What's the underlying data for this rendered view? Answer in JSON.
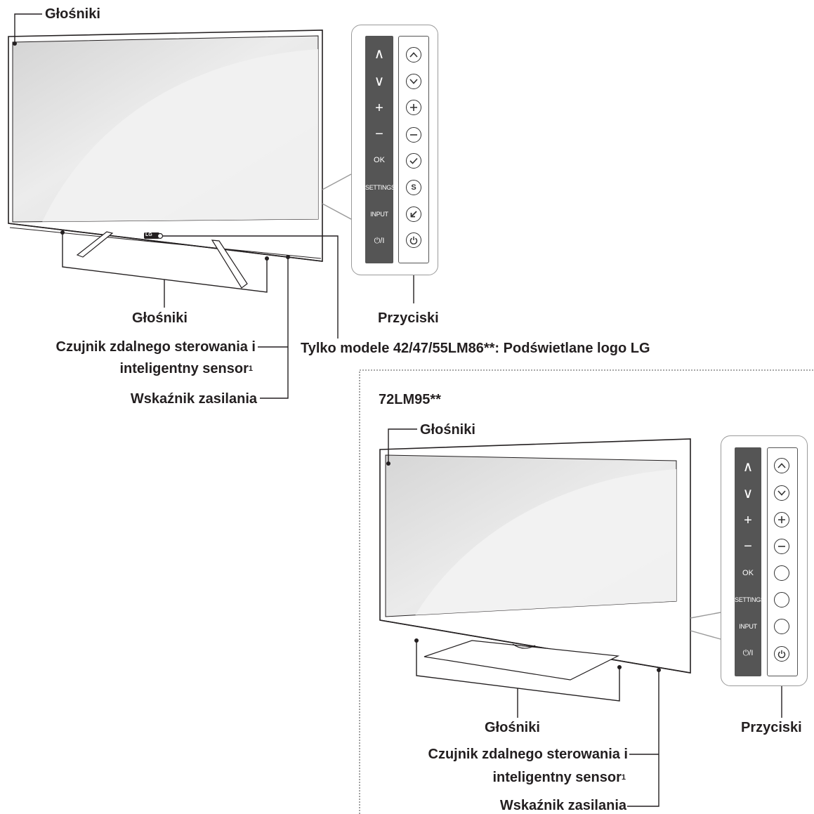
{
  "top_diagram": {
    "speakers_top_label": "Głośniki",
    "speakers_bottom_label": "Głośniki",
    "buttons_label": "Przyciski",
    "remote_sensor_label_line1": "Czujnik zdalnego sterowania i",
    "remote_sensor_label_line2": "inteligentny sensor",
    "remote_sensor_footnote": "1",
    "power_indicator_label": "Wskaźnik zasilania",
    "logo_label": "Tylko modele 42/47/55LM86**: Podświetlane logo LG",
    "tv_logo_text": "LG",
    "control_strip": [
      "∧",
      "∨",
      "+",
      "−",
      "OK",
      "SETTINGS",
      "INPUT",
      "⏻/I"
    ]
  },
  "bottom_diagram": {
    "model_label": "72LM95**",
    "speakers_top_label": "Głośniki",
    "speakers_bottom_label": "Głośniki",
    "buttons_label": "Przyciski",
    "remote_sensor_label_line1": "Czujnik zdalnego sterowania i",
    "remote_sensor_label_line2": "inteligentny sensor",
    "remote_sensor_footnote": "1",
    "power_indicator_label": "Wskaźnik zasilania",
    "control_strip": [
      "∧",
      "∨",
      "+",
      "−",
      "OK",
      "SETTINGS",
      "INPUT",
      "⏻/I"
    ]
  },
  "colors": {
    "ink": "#231f20",
    "panel_border": "#9a9a9a",
    "strip_fill": "#555555",
    "screen_fill": "#e2e2e2"
  }
}
